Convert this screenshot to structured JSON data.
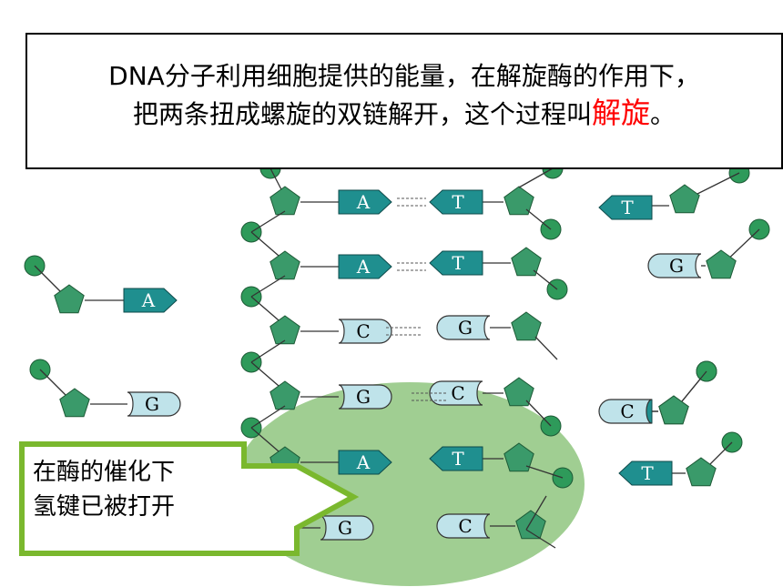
{
  "caption": {
    "line1": "DNA分子利用细胞提供的能量，在解旋酶的作用下，",
    "line2_prefix": "把两条扭成螺旋的双链解开，这个过程叫",
    "line2_highlight": "解旋",
    "line2_suffix": "。",
    "highlight_color": "#ff0000"
  },
  "arrow": {
    "line1": "在酶的催化下",
    "line2": "氢键已被打开"
  },
  "left_strand_bases": [
    "A",
    "A",
    "C",
    "G",
    "A",
    "G"
  ],
  "right_strand_bases": [
    "T",
    "T",
    "G",
    "C",
    "T",
    "C"
  ],
  "free_nucleotides": [
    "A",
    "G",
    "T",
    "G",
    "C",
    "T"
  ],
  "colors": {
    "phosphate": "#2e9a5a",
    "sugar": "#3a9a6a",
    "purine_AT": "#1f8f8f",
    "pyrimidine_CG": "#bfe3ea",
    "enzyme": "#8fc67f",
    "arrow_fill": "#ffffff",
    "arrow_border": "#7ab82e"
  }
}
